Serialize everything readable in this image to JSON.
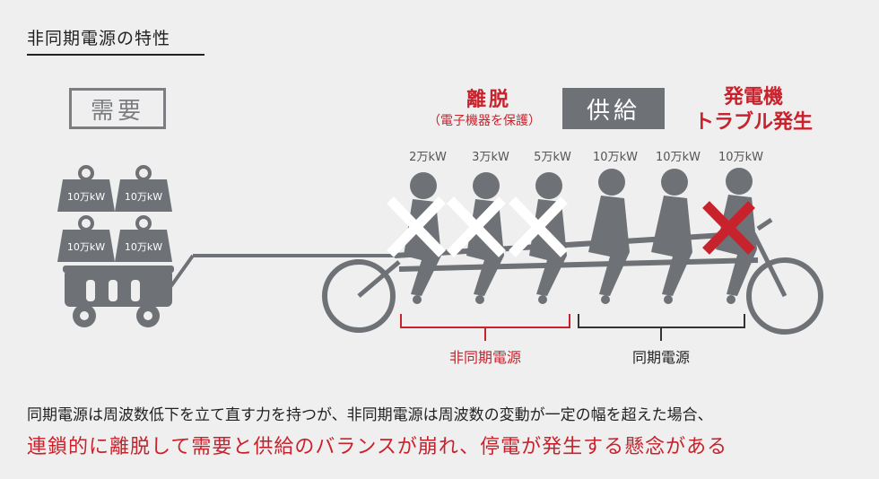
{
  "title": "非同期電源の特性",
  "demand_label": "需要",
  "supply_label": "供給",
  "disconnect": {
    "label": "離脱",
    "sub": "（電子機器を保護）"
  },
  "failure": {
    "line1": "発電機",
    "line2": "トラブル発生"
  },
  "weights": [
    "10万kW",
    "10万kW",
    "10万kW",
    "10万kW"
  ],
  "riders": [
    {
      "kw": "2万kW"
    },
    {
      "kw": "3万kW"
    },
    {
      "kw": "5万kW"
    },
    {
      "kw": "10万kW"
    },
    {
      "kw": "10万kW"
    },
    {
      "kw": "10万kW"
    }
  ],
  "group_async": "非同期電源",
  "group_sync": "同期電源",
  "bottom_line1": "同期電源は周波数低下を立て直す力を持つが、非同期電源は周波数の変動が一定の幅を超えた場合、",
  "bottom_line2": "連鎖的に離脱して需要と供給のバランスが崩れ、停電が発生する懸念がある",
  "colors": {
    "gray": "#6e7175",
    "red": "#c8222c",
    "background": "#efefef"
  }
}
